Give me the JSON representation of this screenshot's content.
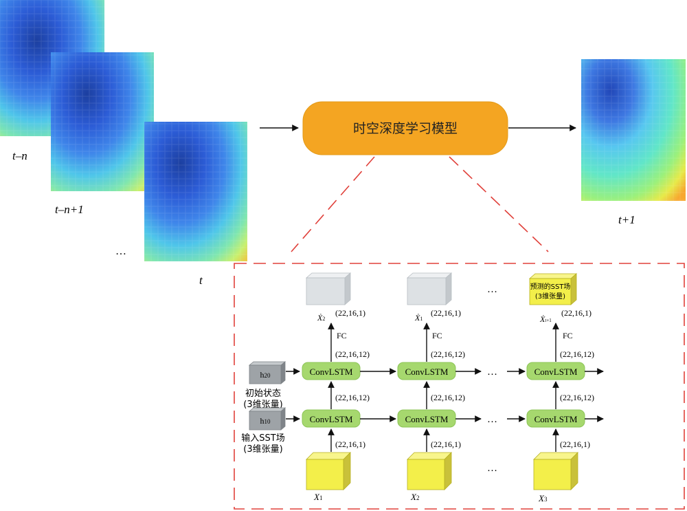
{
  "frames": [
    {
      "label": "t–n",
      "palette": "sst-cold"
    },
    {
      "label": "t–n+1",
      "palette": "sst-cold"
    },
    {
      "label": "t",
      "palette": "sst-cold"
    },
    {
      "label": "t+1",
      "palette": "sst-predicted"
    }
  ],
  "frames_ellipsis": "…",
  "model_box": {
    "label": "时空深度学习模型",
    "color": "#f4a522"
  },
  "colors": {
    "dashed_frame": "#e0403a",
    "convlstm_fill": "#a6d86e",
    "input_cube": "#f3ef4a",
    "output_cube_gray": "#dde1e4",
    "state_block": "#9ea3a7"
  },
  "network": {
    "layer_label": "ConvLSTM",
    "fc_label": "FC",
    "ellipsis": "…",
    "states": [
      {
        "symbol": "h",
        "subscript": "20",
        "caption_line1": "初始状态",
        "caption_line2": "(3维张量)"
      },
      {
        "symbol": "h",
        "subscript": "10",
        "caption_line1": "输入SST场",
        "caption_line2": "(3维张量)"
      }
    ],
    "columns": [
      {
        "input_symbol": "X",
        "input_sub": "1",
        "output_symbol": "Ẋ",
        "output_sub": "2",
        "input_shape": "(22,16,1)",
        "hidden_shape": "(22,16,12)",
        "top_shape": "(22,16,12)",
        "output_shape": "(22,16,1)"
      },
      {
        "input_symbol": "X",
        "input_sub": "2",
        "output_symbol": "Ẋ",
        "output_sub": "1",
        "input_shape": "(22,16,1)",
        "hidden_shape": "(22,16,12)",
        "top_shape": "(22,16,12)",
        "output_shape": "(22,16,1)"
      },
      {
        "input_symbol": "X",
        "input_sub": "3",
        "output_symbol": "Ẋ",
        "output_sub": "t+1",
        "input_shape": "(22,16,1)",
        "hidden_shape": "(22,16,12)",
        "top_shape": "(22,16,12)",
        "output_shape": "(22,16,1)"
      }
    ],
    "predicted_label_line1": "预测的SST场",
    "predicted_label_line2": "(3维张量)"
  }
}
